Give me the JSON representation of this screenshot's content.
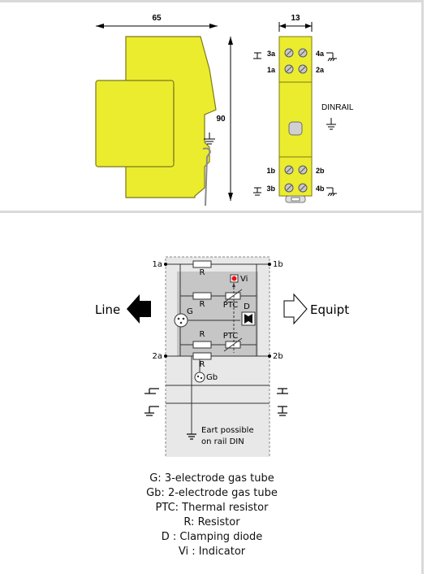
{
  "top": {
    "dim_width": "65",
    "dim_height": "90",
    "dim_module": "13",
    "terminals": {
      "t3a": "3a",
      "t4a": "4a",
      "t1a": "1a",
      "t2a": "2a",
      "t1b": "1b",
      "t2b": "2b",
      "t3b": "3b",
      "t4b": "4b"
    },
    "dinrail": "DINRAIL",
    "colors": {
      "body": "#ecec2f",
      "outline": "#7a7a16"
    }
  },
  "schematic": {
    "nodes": {
      "n1a": "1a",
      "n1b": "1b",
      "n2a": "2a",
      "n2b": "2b"
    },
    "r_top": "R",
    "r_mid": "R",
    "r_low": "R",
    "r_bottom": "R",
    "ptc1": "PTC",
    "ptc2": "PTC",
    "g": "G",
    "d": "D",
    "vi": "Vi",
    "gb": "Gb",
    "line": "Line",
    "equipt": "Equipt",
    "earth_note_1": "Eart possible",
    "earth_note_2": "on rail DIN"
  },
  "legend": [
    "G: 3-electrode gas tube",
    "Gb: 2-electrode gas tube",
    "PTC: Thermal resistor",
    "R: Resistor",
    "D : Clamping diode",
    "Vi : Indicator"
  ]
}
